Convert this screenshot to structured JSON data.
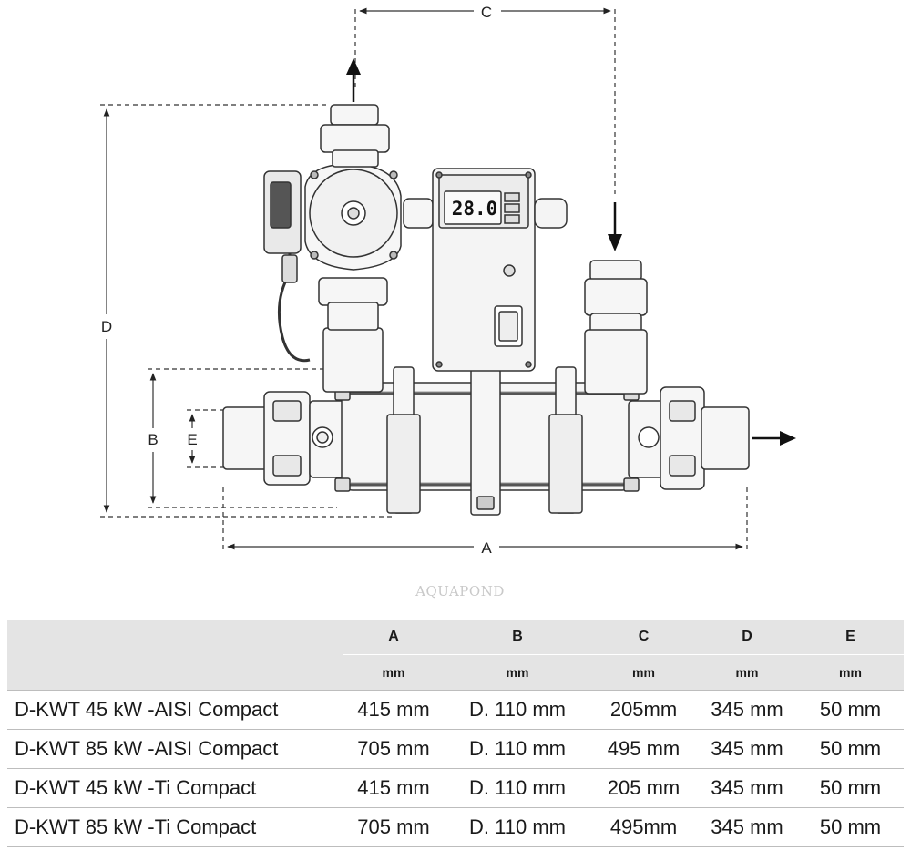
{
  "diagram": {
    "dimension_labels": {
      "a": "A",
      "b": "B",
      "c": "C",
      "d": "D",
      "e": "E"
    },
    "display_reading": "28.0",
    "watermark": "AQUAPOND"
  },
  "table": {
    "columns": [
      "A",
      "B",
      "C",
      "D",
      "E"
    ],
    "units": [
      "mm",
      "mm",
      "mm",
      "mm",
      "mm"
    ],
    "rows": [
      {
        "model": "D-KWT 45 kW -AISI Compact",
        "values": [
          "415 mm",
          "D. 110 mm",
          "205mm",
          "345 mm",
          "50 mm"
        ]
      },
      {
        "model": "D-KWT 85 kW -AISI Compact",
        "values": [
          "705 mm",
          "D. 110 mm",
          "495 mm",
          "345 mm",
          "50 mm"
        ]
      },
      {
        "model": "D-KWT 45 kW -Ti Compact",
        "values": [
          "415 mm",
          "D. 110 mm",
          "205 mm",
          "345 mm",
          "50 mm"
        ]
      },
      {
        "model": "D-KWT 85 kW -Ti Compact",
        "values": [
          "705 mm",
          "D. 110 mm",
          "495mm",
          "345 mm",
          "50 mm"
        ]
      }
    ]
  }
}
